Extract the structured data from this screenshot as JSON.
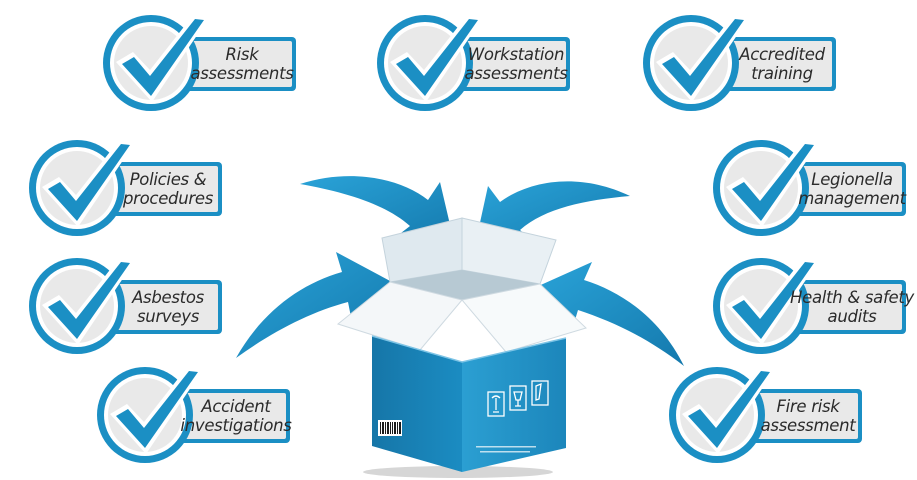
{
  "colors": {
    "brand_blue": "#1b8fc4",
    "brand_blue_dark": "#0f6f9e",
    "tag_fill": "#e9e9e9",
    "text": "#2b2b2b"
  },
  "icons": {
    "check": "check-icon",
    "arrow": "arrow-icon",
    "box": "box-icon"
  },
  "badges": [
    {
      "id": "risk",
      "lines": [
        "Risk",
        "assessments"
      ]
    },
    {
      "id": "workstation",
      "lines": [
        "Workstation",
        "assessments"
      ]
    },
    {
      "id": "training",
      "lines": [
        "Accredited",
        "training"
      ]
    },
    {
      "id": "policies",
      "lines": [
        "Policies &",
        "procedures"
      ]
    },
    {
      "id": "legionella",
      "lines": [
        "Legionella",
        "management"
      ]
    },
    {
      "id": "asbestos",
      "lines": [
        "Asbestos",
        "surveys"
      ]
    },
    {
      "id": "audits",
      "lines": [
        "Health & safety",
        "audits"
      ]
    },
    {
      "id": "accident",
      "lines": [
        "Accident",
        "investigations"
      ]
    },
    {
      "id": "fire",
      "lines": [
        "Fire risk",
        "assessment"
      ]
    }
  ]
}
